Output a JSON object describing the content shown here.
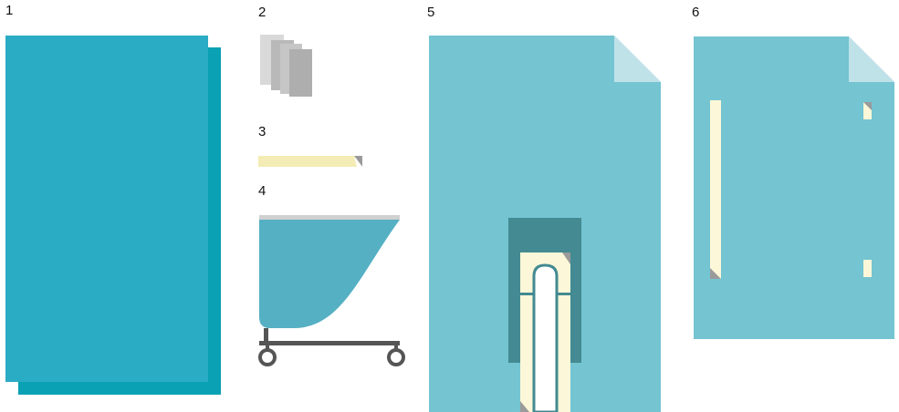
{
  "labels": {
    "item1": "1",
    "item2": "2",
    "item3": "3",
    "item4": "4",
    "item5": "5",
    "item6": "6"
  },
  "colors": {
    "drape_dark": "#0aa1b4",
    "drape_main": "#2aacc4",
    "drape_light": "#74c4d2",
    "fold_corner": "#bfe2e8",
    "window_dark": "#438a92",
    "tape": "#f3ecb4",
    "tape_light": "#fbf7d8",
    "paper_1": "#d9d9d9",
    "paper_2": "#b9b9b9",
    "paper_3": "#c6c6c6",
    "paper_4": "#aeaeae",
    "cart_bag": "#55b0c3",
    "cart_frame": "#555555",
    "cart_rim": "#d0d0d0"
  },
  "icons": {
    "item1": "large-drape-sheet-icon",
    "item2": "paper-towels-icon",
    "item3": "adhesive-tape-strip-icon",
    "item4": "mayo-stand-cover-icon",
    "item5": "fenestrated-drape-icon",
    "item6": "adhesive-drape-icon"
  }
}
